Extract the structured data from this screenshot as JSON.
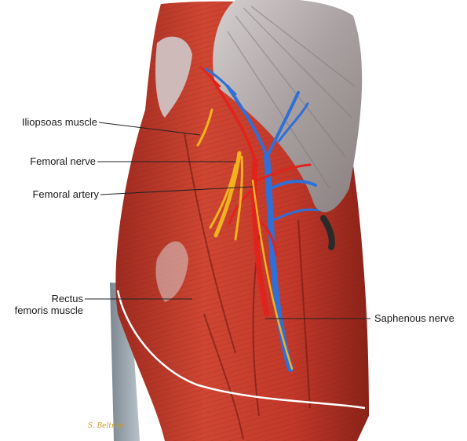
{
  "labels": {
    "iliopsoas": "Iliopsoas muscle",
    "femoral_nerve": "Femoral nerve",
    "femoral_artery": "Femoral artery",
    "rectus_line1": "Rectus",
    "rectus_line2": "femoris muscle",
    "saphenous": "Saphenous nerve"
  },
  "signature": "S. Beltrán",
  "colors": {
    "muscle": "#c4362a",
    "muscle_dark": "#8e2018",
    "tendon": "#b7b3b3",
    "artery": "#e0231c",
    "vein": "#2f6fd6",
    "nerve": "#f2b21e",
    "leader": "#222222"
  }
}
